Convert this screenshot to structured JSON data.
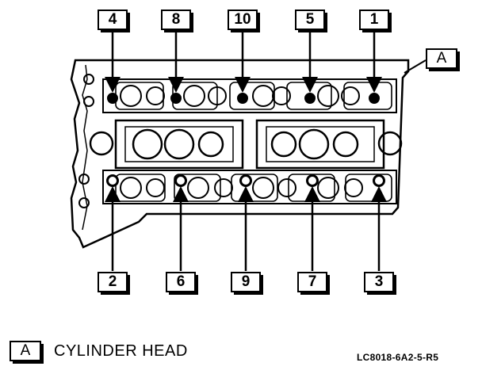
{
  "callout_letter": "A",
  "legend": {
    "letter": "A",
    "text": "CYLINDER HEAD"
  },
  "reference_code": "LC8018-6A2-5-R5",
  "bolt_labels": {
    "top": [
      "4",
      "8",
      "10",
      "5",
      "1"
    ],
    "bottom": [
      "2",
      "6",
      "9",
      "7",
      "3"
    ]
  }
}
